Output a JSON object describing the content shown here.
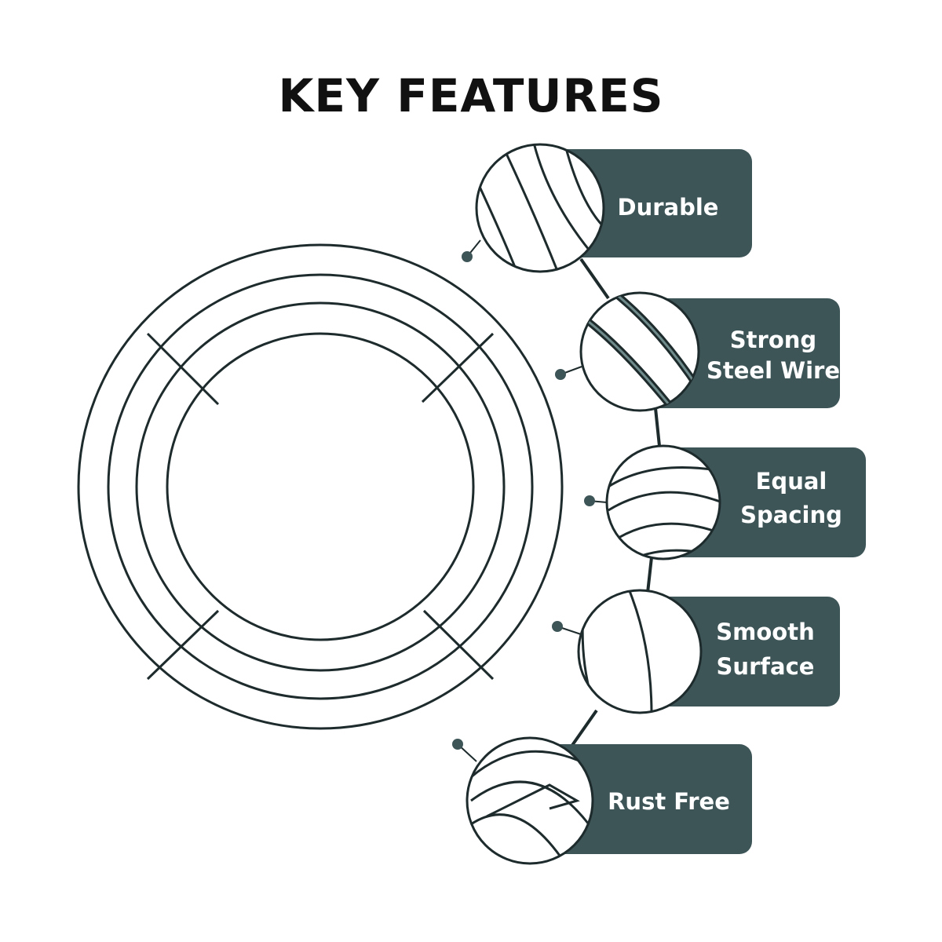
{
  "title": "KEY FEATURES",
  "colors": {
    "box": "#3e5558",
    "line": "#1e2b2d"
  },
  "features": [
    {
      "lines": [
        "Durable"
      ]
    },
    {
      "lines": [
        "Strong",
        "Steel Wire"
      ]
    },
    {
      "lines": [
        "Equal",
        "Spacing"
      ]
    },
    {
      "lines": [
        "Smooth",
        "Surface"
      ]
    },
    {
      "lines": [
        "Rust Free"
      ]
    }
  ]
}
